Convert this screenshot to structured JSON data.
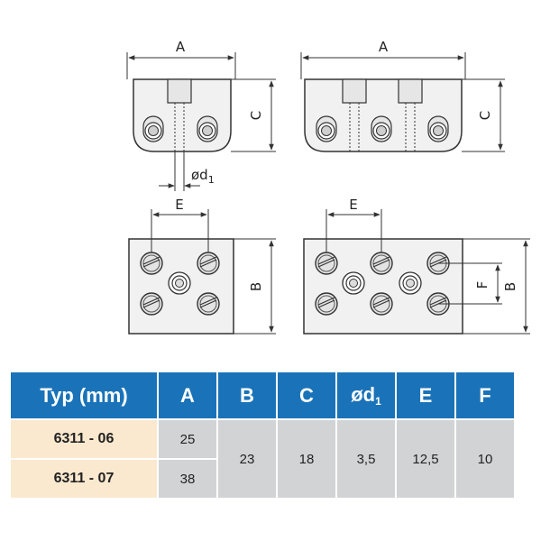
{
  "drawing": {
    "dimension_labels": {
      "a": "A",
      "b": "B",
      "c": "C",
      "d1_main": "ød",
      "d1_sub": "1",
      "e": "E",
      "f": "F"
    }
  },
  "table": {
    "header": {
      "typ": "Typ (mm)",
      "a": "A",
      "b": "B",
      "c": "C",
      "d1_main": "ød",
      "d1_sub": "1",
      "e": "E",
      "f": "F"
    },
    "rows": [
      {
        "type": "6311 - 06",
        "a": "25"
      },
      {
        "type": "6311 - 07",
        "a": "38"
      }
    ],
    "shared": {
      "b": "23",
      "c": "18",
      "d1": "3,5",
      "e": "12,5",
      "f": "10"
    }
  },
  "colors": {
    "header_bg": "#1a73b8",
    "type_cell_bg": "#fbe9cf",
    "value_cell_bg": "#d2d3d5",
    "part_fill": "#f1f1f1",
    "outline": "#333333"
  }
}
